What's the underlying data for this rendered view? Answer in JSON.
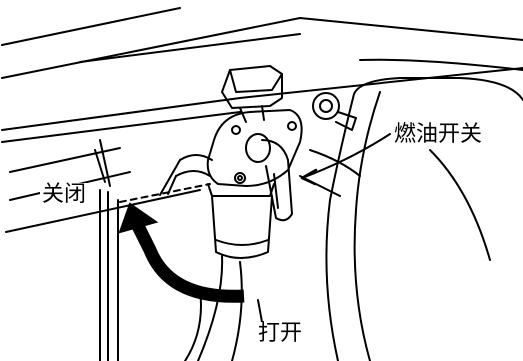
{
  "labels": {
    "fuel_switch": "燃油开关",
    "close": "关闭",
    "open": "打开"
  },
  "colors": {
    "ink": "#000000",
    "background": "#ffffff"
  }
}
